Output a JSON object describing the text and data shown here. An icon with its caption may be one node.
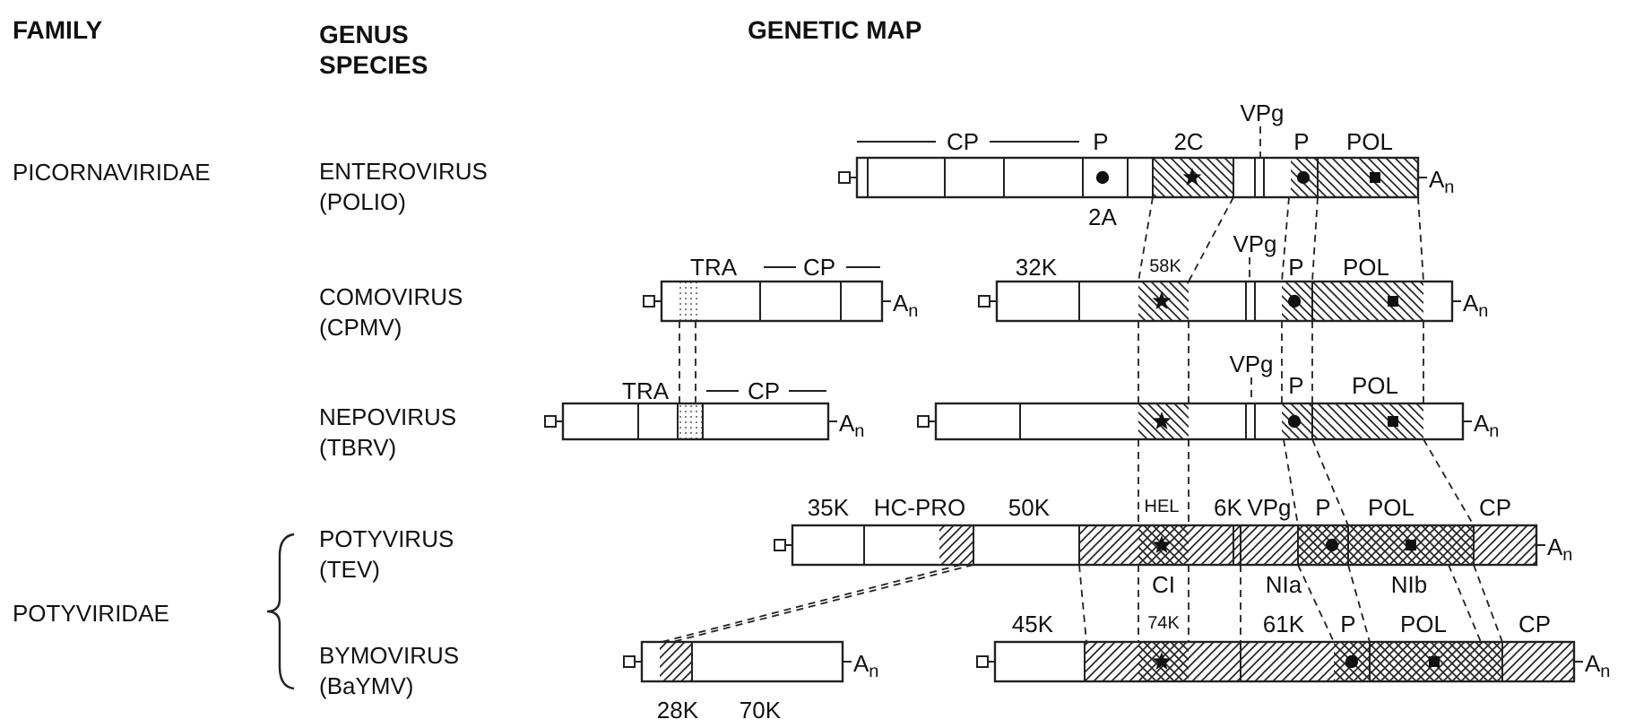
{
  "diagram": {
    "nodes": [
      {
        "text": [],
        "shape": "bar",
        "beside": [
          "A$_{n}$"
        ]
      },
      {
        "text": [],
        "shape": "bar",
        "beside": [
          "A$_{n}$"
        ]
      },
      {
        "text": [],
        "shape": "bar",
        "beside": [
          "A$_{n}$"
        ]
      },
      {
        "text": [],
        "shape": "bar",
        "beside": [
          "A$_{n}$"
        ]
      },
      {
        "text": [],
        "shape": "bar",
        "beside": [
          "A$_{n}$"
        ]
      },
      {
        "text": [],
        "shape": "bar",
        "beside": [
          "A$_{n}$"
        ]
      },
      {
        "text": [],
        "shape": "bar",
        "beside": [
          "A$_{n}$"
        ]
      },
      {
        "text": [],
        "shape": "bar",
        "beside": [
          "A$_{n}$"
        ]
      },
      {
        "text": [
          "VPg"
        ]
      },
      {
        "text": [
          "VPg"
        ]
      },
      {
        "text": [
          "VPg"
        ]
      }
    ],
    "edges": [
      {
        "from": 0,
        "to": 2,
        "arrow": "none",
        "style": "dashed"
      },
      {
        "from": 0,
        "to": 2,
        "arrow": "none",
        "style": "dashed"
      },
      {
        "from": 0,
        "to": 2,
        "arrow": "none",
        "style": "dashed"
      },
      {
        "from": 0,
        "to": 2,
        "arrow": "none",
        "style": "dashed"
      },
      {
        "from": 0,
        "to": 2,
        "arrow": "none",
        "style": "dashed"
      },
      {
        "from": 1,
        "to": 3,
        "arrow": "none",
        "style": "dashed"
      },
      {
        "from": 1,
        "to": 3,
        "arrow": "none",
        "style": "dashed"
      },
      {
        "from": 2,
        "to": 4,
        "arrow": "none",
        "style": "dashed"
      },
      {
        "from": 2,
        "to": 4,
        "arrow": "none",
        "style": "dashed"
      },
      {
        "from": 2,
        "to": 4,
        "arrow": "none",
        "style": "dashed"
      },
      {
        "from": 2,
        "to": 4,
        "arrow": "none",
        "style": "dashed"
      },
      {
        "from": 2,
        "to": 4,
        "arrow": "none",
        "style": "dashed"
      },
      {
        "from": 4,
        "to": 5,
        "arrow": "none",
        "style": "dashed"
      },
      {
        "from": 4,
        "to": 5,
        "arrow": "none",
        "style": "dashed"
      },
      {
        "from": 4,
        "to": 5,
        "arrow": "none",
        "style": "dashed"
      },
      {
        "from": 4,
        "to": 5,
        "arrow": "none",
        "style": "dashed"
      },
      {
        "from": 4,
        "to": 5,
        "arrow": "none",
        "style": "dashed"
      },
      {
        "from": 5,
        "to": 7,
        "arrow": "none",
        "style": "dashed"
      },
      {
        "from": 5,
        "to": 7,
        "arrow": "none",
        "style": "dashed"
      },
      {
        "from": 5,
        "to": 7,
        "arrow": "none",
        "style": "dashed"
      },
      {
        "from": 5,
        "to": 7,
        "arrow": "none",
        "style": "dashed"
      },
      {
        "from": 5,
        "to": 7,
        "arrow": "none",
        "style": "dashed"
      },
      {
        "from": 5,
        "to": 7,
        "arrow": "none",
        "style": "dashed"
      },
      {
        "from": 5,
        "to": 7,
        "arrow": "none",
        "style": "dashed"
      },
      {
        "from": 5,
        "to": 7,
        "arrow": "none",
        "style": "dashed"
      },
      {
        "from": 5,
        "to": 6,
        "arrow": "none",
        "style": "dashed"
      },
      {
        "from": 5,
        "to": 6,
        "arrow": "none",
        "style": "dashed"
      },
      {
        "from": 8,
        "to": 0,
        "arrow": "none",
        "style": "dashed"
      },
      {
        "from": 9,
        "to": 2,
        "arrow": "none",
        "style": "dashed"
      },
      {
        "from": 10,
        "to": 4,
        "arrow": "none",
        "style": "dashed"
      }
    ],
    "labels": [
      "FAMILY",
      "GENUS SPECIES",
      "GENETIC MAP",
      "CP",
      "P",
      "2C",
      "P",
      "POL",
      "PICORNAVIRIDAE",
      "ENTEROVIRUS (POLIO)",
      "2A",
      "TRA",
      "CP",
      "32K",
      "58K",
      "P",
      "POL",
      "COMOVIRUS (CPMV)",
      "TRA",
      "CP",
      "P",
      "POL",
      "NEPOVIRUS (TBRV)",
      "35K",
      "HC-PRO",
      "50K",
      "HEL",
      "6K",
      "VPg",
      "P",
      "POL",
      "CP",
      "POTYVIRUS (TEV)",
      "CI",
      "NIa",
      "NIb",
      "POTYVIRIDAE",
      "45K",
      "74K",
      "61K",
      "P",
      "POL",
      "CP",
      "BYMOVIRUS (BaYMV)",
      "28K",
      "70K"
    ]
  }
}
